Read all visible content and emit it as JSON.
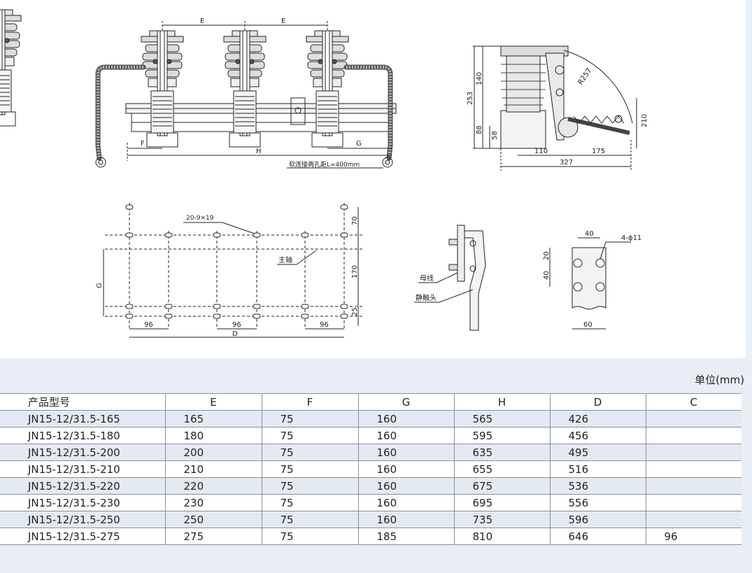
{
  "drawing": {
    "front_view": {
      "dim_e1": "E",
      "dim_e2": "E",
      "dim_f": "F",
      "dim_h": "H",
      "dim_g": "G",
      "note": "软连接两孔距L=400mm"
    },
    "side_view": {
      "d253": "253",
      "d140": "140",
      "d88": "88",
      "d58": "58",
      "d210": "210",
      "d110": "110",
      "d175": "175",
      "d327": "327",
      "r257": "R257"
    },
    "hole_plan": {
      "holes": "20-9×19",
      "main_shaft": "主轴",
      "d70": "70",
      "d170": "170",
      "d25": "25",
      "dim_g": "G",
      "d96a": "96",
      "d96b": "96",
      "d96c": "96",
      "dim_d": "D"
    },
    "busbar_detail": {
      "busbar": "母线",
      "static_contact": "静触头"
    },
    "terminal_detail": {
      "d40top": "40",
      "holes": "4-ϕ11",
      "d20": "20",
      "d40side": "40",
      "d60": "60"
    }
  },
  "table": {
    "unit": "单位(mm)",
    "headers": [
      "产品型号",
      "E",
      "F",
      "G",
      "H",
      "D",
      "C"
    ],
    "rows": [
      [
        "JN15-12/31.5-165",
        "165",
        "75",
        "160",
        "565",
        "426",
        ""
      ],
      [
        "JN15-12/31.5-180",
        "180",
        "75",
        "160",
        "595",
        "456",
        ""
      ],
      [
        "JN15-12/31.5-200",
        "200",
        "75",
        "160",
        "635",
        "495",
        ""
      ],
      [
        "JN15-12/31.5-210",
        "210",
        "75",
        "160",
        "655",
        "516",
        ""
      ],
      [
        "JN15-12/31.5-220",
        "220",
        "75",
        "160",
        "675",
        "536",
        ""
      ],
      [
        "JN15-12/31.5-230",
        "230",
        "75",
        "160",
        "695",
        "556",
        ""
      ],
      [
        "JN15-12/31.5-250",
        "250",
        "75",
        "160",
        "735",
        "596",
        ""
      ],
      [
        "JN15-12/31.5-275",
        "275",
        "75",
        "185",
        "810",
        "646",
        "96"
      ]
    ]
  }
}
